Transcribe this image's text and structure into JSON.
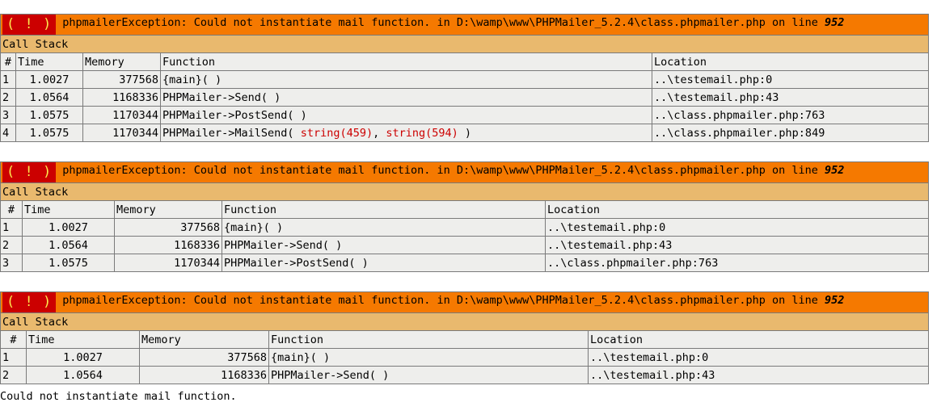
{
  "bang": "( ! )",
  "error_message": "phpmailerException: Could not instantiate mail function. in D:\\wamp\\www\\PHPMailer_5.2.4\\class.phpmailer.php on line ",
  "error_line": "952",
  "stack_title": "Call Stack",
  "columns": {
    "num": "#",
    "time": "Time",
    "memory": "Memory",
    "function": "Function",
    "location": "Location"
  },
  "traces": [
    {
      "rows": [
        {
          "num": "1",
          "time": "1.0027",
          "memory": "377568",
          "function": "{main}( )",
          "args": [],
          "location": "..\\testemail.php:0"
        },
        {
          "num": "2",
          "time": "1.0564",
          "memory": "1168336",
          "function": "PHPMailer->Send( )",
          "args": [],
          "location": "..\\testemail.php:43"
        },
        {
          "num": "3",
          "time": "1.0575",
          "memory": "1170344",
          "function": "PHPMailer->PostSend( )",
          "args": [],
          "location": "..\\class.phpmailer.php:763"
        },
        {
          "num": "4",
          "time": "1.0575",
          "memory": "1170344",
          "function_prefix": "PHPMailer->MailSend( ",
          "args": [
            "string(459)",
            "string(594)"
          ],
          "function_suffix": " )",
          "location": "..\\class.phpmailer.php:849"
        }
      ]
    },
    {
      "rows": [
        {
          "num": "1",
          "time": "1.0027",
          "memory": "377568",
          "function": "{main}( )",
          "location": "..\\testemail.php:0"
        },
        {
          "num": "2",
          "time": "1.0564",
          "memory": "1168336",
          "function": "PHPMailer->Send( )",
          "location": "..\\testemail.php:43"
        },
        {
          "num": "3",
          "time": "1.0575",
          "memory": "1170344",
          "function": "PHPMailer->PostSend( )",
          "location": "..\\class.phpmailer.php:763"
        }
      ]
    },
    {
      "rows": [
        {
          "num": "1",
          "time": "1.0027",
          "memory": "377568",
          "function": "{main}( )",
          "location": "..\\testemail.php:0"
        },
        {
          "num": "2",
          "time": "1.0564",
          "memory": "1168336",
          "function": "PHPMailer->Send( )",
          "location": "..\\testemail.php:43"
        }
      ]
    }
  ],
  "plain_message": "Could not instantiate mail function.",
  "colors": {
    "error_bar": "#f57900",
    "bang_bg": "#cc0000",
    "bang_fg": "#fce94f",
    "stack_title_bg": "#e9b96e",
    "row_bg": "#eeeeec",
    "arg_color": "#cc0000"
  }
}
